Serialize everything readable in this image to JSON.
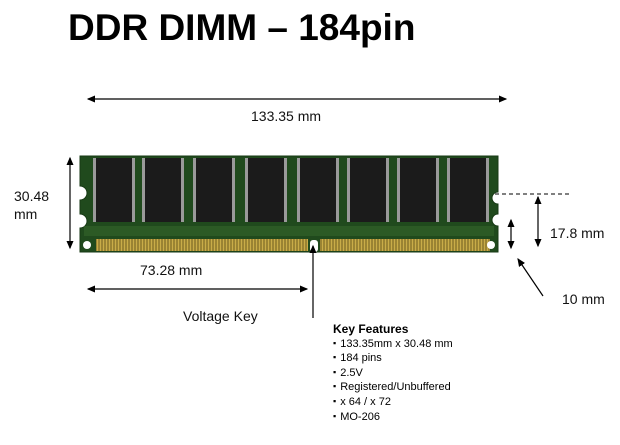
{
  "title": "DDR DIMM – 184pin",
  "dimensions": {
    "total_length": "133.35 mm",
    "height_line1": "30.48",
    "height_line2": "mm",
    "key_offset": "73.28 mm",
    "notch_height": "17.8 mm",
    "bottom_notch": "10 mm"
  },
  "annotations": {
    "voltage_key": "Voltage Key"
  },
  "key_features": {
    "heading": "Key Features",
    "items": [
      "133.35mm x 30.48 mm",
      "184 pins",
      "2.5V",
      "Registered/Unbuffered",
      "x 64 / x 72",
      "MO-206"
    ]
  },
  "colors": {
    "pcb_green": "#1f4a1c",
    "chip_black": "#1a1a1a",
    "gold_pins": "#b89a3a"
  }
}
